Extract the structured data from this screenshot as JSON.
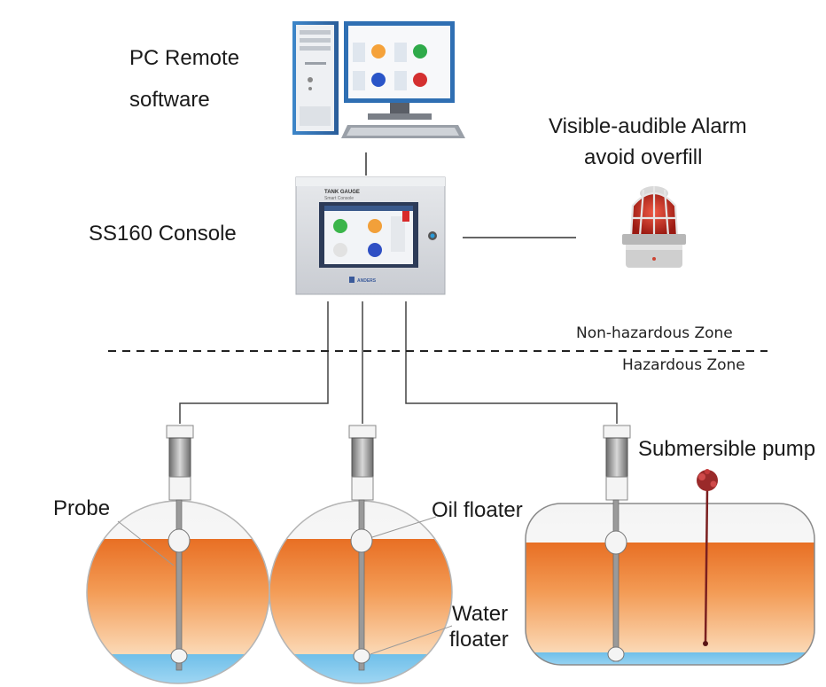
{
  "labels": {
    "pc_remote_line1": "PC Remote",
    "pc_remote_line2": "software",
    "alarm_line1": "Visible-audible Alarm",
    "alarm_line2": "avoid overfill",
    "console": "SS160 Console",
    "probe": "Probe",
    "oil_floater": "Oil floater",
    "water_floater_line1": "Water",
    "water_floater_line2": "floater",
    "submersible_pump": "Submersible pump"
  },
  "zones": {
    "non_hazardous": "Non-hazardous Zone",
    "hazardous": "Hazardous Zone"
  },
  "console_panel": {
    "title": "TANK GAUGE",
    "subtitle": "Smart Console",
    "brand": "ANDERS"
  },
  "colors": {
    "oil": "#ea8a3c",
    "water": "#7cc4ec",
    "line": "#333333",
    "tank_shell": "#b9b9b9",
    "console_body": "#dcdee2",
    "alarm_red": "#c8281c"
  }
}
